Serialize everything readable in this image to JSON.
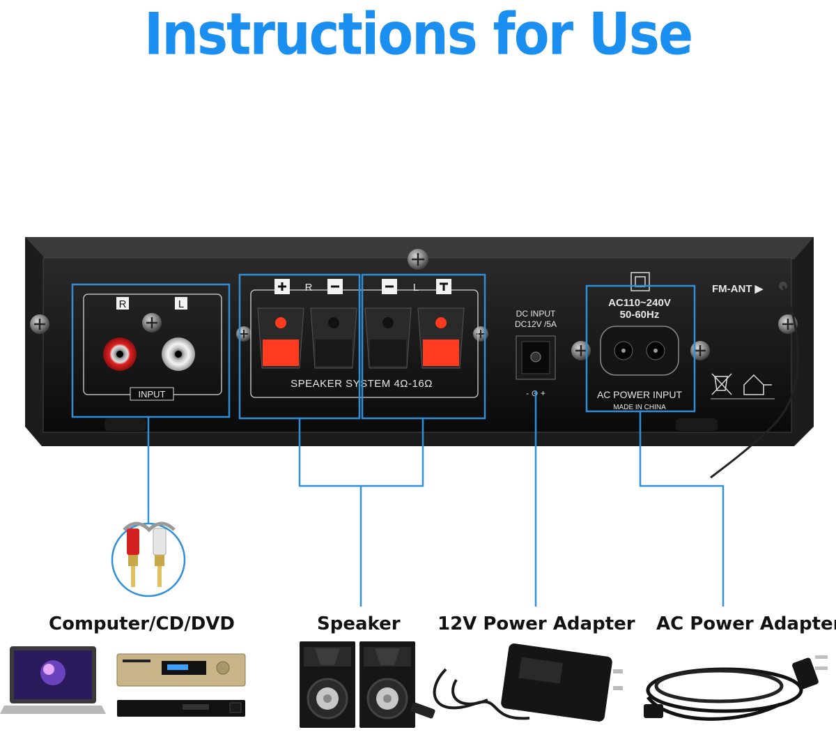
{
  "title": "Instructions for Use",
  "panel": {
    "input_r": "R",
    "input_l": "L",
    "input_label": "INPUT",
    "speaker_r": "R",
    "speaker_l": "L",
    "speaker_system": "SPEAKER SYSTEM 4Ω-16Ω",
    "dc_input_1": "DC INPUT",
    "dc_input_2": "DC12V /5A",
    "dc_polarity": "- ⊙ +",
    "ac_range": "AC110~240V",
    "ac_freq": "50-60Hz",
    "ac_power_input": "AC POWER INPUT",
    "made_in": "MADE IN CHINA",
    "fm_ant": "FM-ANT ▶"
  },
  "devices": {
    "computer": "Computer/CD/DVD",
    "speaker": "Speaker",
    "dc_adapter": "12V Power Adapter",
    "ac_adapter": "AC Power Adapter"
  },
  "colors": {
    "title": "#1a8ff0",
    "highlight": "#2f8fd8",
    "panel": "#0e0e0e",
    "terminal_red": "#ff3b1f"
  }
}
